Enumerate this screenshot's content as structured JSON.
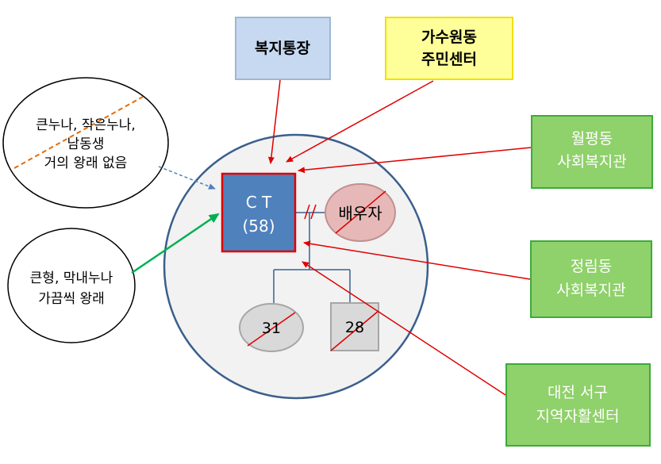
{
  "diagram": {
    "client": {
      "label": "C T",
      "age": "(58)"
    },
    "spouse": {
      "label": "배우자"
    },
    "children": [
      {
        "label": "31",
        "shape": "circle"
      },
      {
        "label": "28",
        "shape": "square"
      }
    ],
    "resources": {
      "welfare_account": {
        "label": "복지통장"
      },
      "community_center": {
        "line1": "가수원동",
        "line2": "주민센터"
      },
      "wolpyeong_center": {
        "line1": "월평동",
        "line2": "사회복지관"
      },
      "jeongnim_center": {
        "line1": "정림동",
        "line2": "사회복지관"
      },
      "seogu_center": {
        "line1": "대전 서구",
        "line2": "지역자활센터"
      }
    },
    "family_notes": {
      "siblings_no_contact": {
        "line1": "큰누나, 작은누나,",
        "line2": "남동생",
        "line3": "거의 왕래 없음"
      },
      "siblings_occasional": {
        "line1": "큰형, 막내누나",
        "line2": "가끔씩 왕래"
      }
    },
    "colors": {
      "client_fill": "#4f81bd",
      "client_border": "#e00000",
      "arrow_red": "#e00000",
      "arrow_green": "#00b050",
      "arrow_dashed": "#4f81bd",
      "yellow_fill": "#ffff99",
      "yellow_border": "#f0e000",
      "green_fill": "#8fd16a",
      "green_border": "#3cab3c",
      "blue_box_fill": "#c6d9f1",
      "blue_box_border": "#9db7d5",
      "eco_circle_fill": "#f2f2f2",
      "eco_circle_border": "#3b5f8c",
      "spouse_fill": "#e6b9b8",
      "spouse_border": "#c09090",
      "child_fill": "#d9d9d9",
      "child_border": "#a6a6a6",
      "dashed_line": "#e46c0a"
    }
  }
}
